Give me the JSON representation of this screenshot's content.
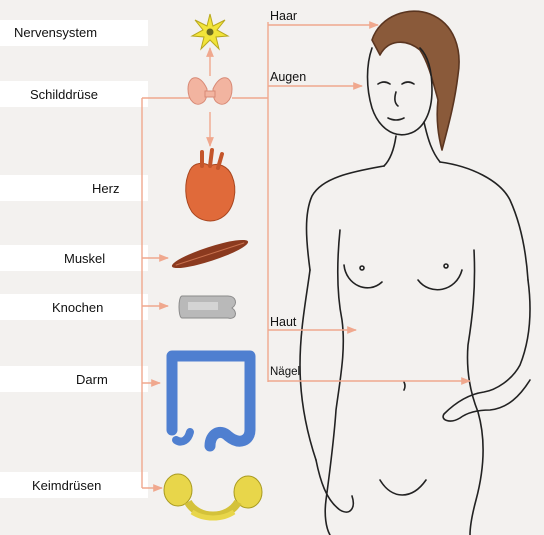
{
  "organs": {
    "nervensystem": "Nervensystem",
    "schilddruese": "Schilddrüse",
    "herz": "Herz",
    "muskel": "Muskel",
    "knochen": "Knochen",
    "darm": "Darm",
    "keimdruesen": "Keimdrüsen"
  },
  "targets": {
    "haar": "Haar",
    "augen": "Augen",
    "haut": "Haut",
    "naegel": "Nägel"
  },
  "colors": {
    "arrow": "#f0a88e",
    "heart": "#e06a3a",
    "intestine": "#4f7fd0",
    "thyroid": "#f2b4a0",
    "gonads": "#e8d64a",
    "neuron": "#f2e43a",
    "muscle": "#8b3a1f",
    "bone": "#b9b9b9"
  }
}
